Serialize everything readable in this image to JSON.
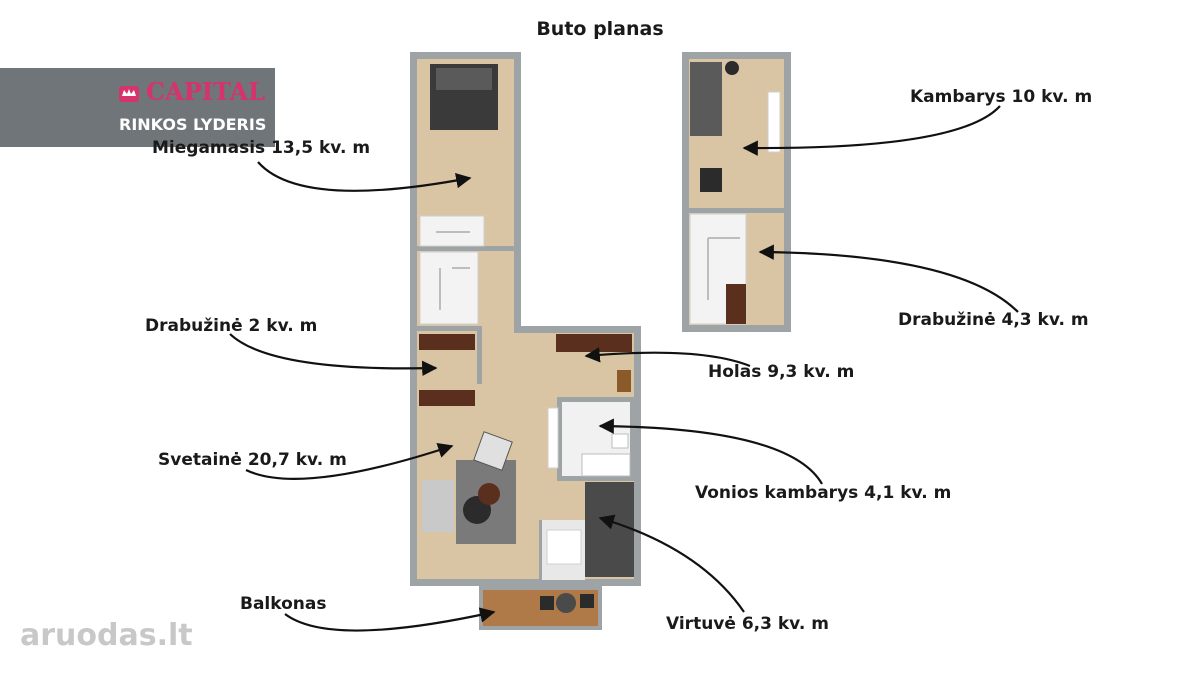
{
  "title": "Buto planas",
  "brand": {
    "logo_text": "CAPITAL",
    "subtitle": "RINKOS LYDERIS",
    "accent": "#d6336c"
  },
  "watermark": "aruodas.lt",
  "rooms": [
    {
      "id": "miegamasis",
      "label": "Miegamasis 13,5 kv. m"
    },
    {
      "id": "kambarys",
      "label": "Kambarys 10 kv. m"
    },
    {
      "id": "drabuzine2",
      "label": "Drabužinė 2 kv. m"
    },
    {
      "id": "drabuzine43",
      "label": "Drabužinė 4,3 kv. m"
    },
    {
      "id": "holas",
      "label": "Holas 9,3 kv. m"
    },
    {
      "id": "svetaine",
      "label": "Svetainė 20,7 kv. m"
    },
    {
      "id": "vonios",
      "label": "Vonios kambarys 4,1 kv. m"
    },
    {
      "id": "balkonas",
      "label": "Balkonas"
    },
    {
      "id": "virtuve",
      "label": "Virtuvė 6,3 kv. m"
    }
  ],
  "colors": {
    "floor": "#d9c5a3",
    "wall": "#9ea3a6",
    "furniture_dark": "#3a3a3a",
    "wood_dark": "#5b2f1d"
  }
}
